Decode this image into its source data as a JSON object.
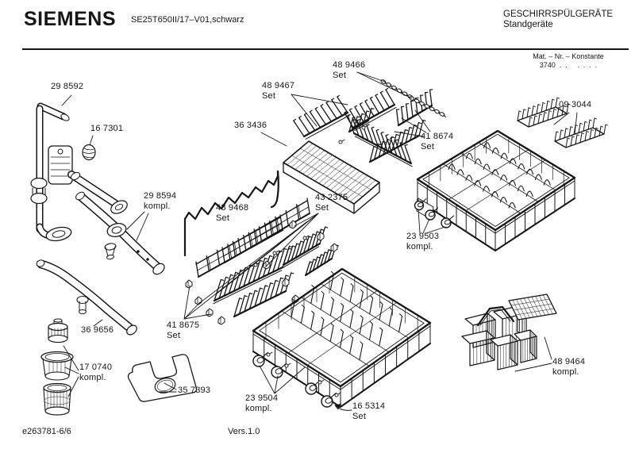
{
  "header": {
    "brand": "SIEMENS",
    "model": "SE25T650II/17–V01,schwarz",
    "category": "GESCHIRRSPÜLGERÄTE",
    "subcategory": "Standgeräte",
    "mat_nr_label": "Mat. – Nr. – Konstante",
    "mat_nr_value": "3740  .  .     .  .  .  ."
  },
  "footer": {
    "document_number": "e263781-6/6",
    "version": "Vers.1.0"
  },
  "colors": {
    "ink": "#161616",
    "paper": "#ffffff"
  },
  "parts": [
    {
      "number": "29 8592",
      "suffix": ""
    },
    {
      "number": "16 7301",
      "suffix": ""
    },
    {
      "number": "29 8594",
      "suffix": "kompl."
    },
    {
      "number": "36 9656",
      "suffix": ""
    },
    {
      "number": "17 0740",
      "suffix": "kompl."
    },
    {
      "number": "35 7393",
      "suffix": ""
    },
    {
      "number": "36 3436",
      "suffix": ""
    },
    {
      "number": "48 9467",
      "suffix": "Set"
    },
    {
      "number": "48 9466",
      "suffix": "Set"
    },
    {
      "number": "48 9468",
      "suffix": "Set"
    },
    {
      "number": "43 2375",
      "suffix": "Set"
    },
    {
      "number": "41 8674",
      "suffix": "Set"
    },
    {
      "number": "09 3044",
      "suffix": ""
    },
    {
      "number": "23 9503",
      "suffix": "kompl."
    },
    {
      "number": "41 8675",
      "suffix": "Set"
    },
    {
      "number": "23 9504",
      "suffix": "kompl."
    },
    {
      "number": "16 5314",
      "suffix": "Set"
    },
    {
      "number": "48 9464",
      "suffix": "kompl."
    }
  ]
}
